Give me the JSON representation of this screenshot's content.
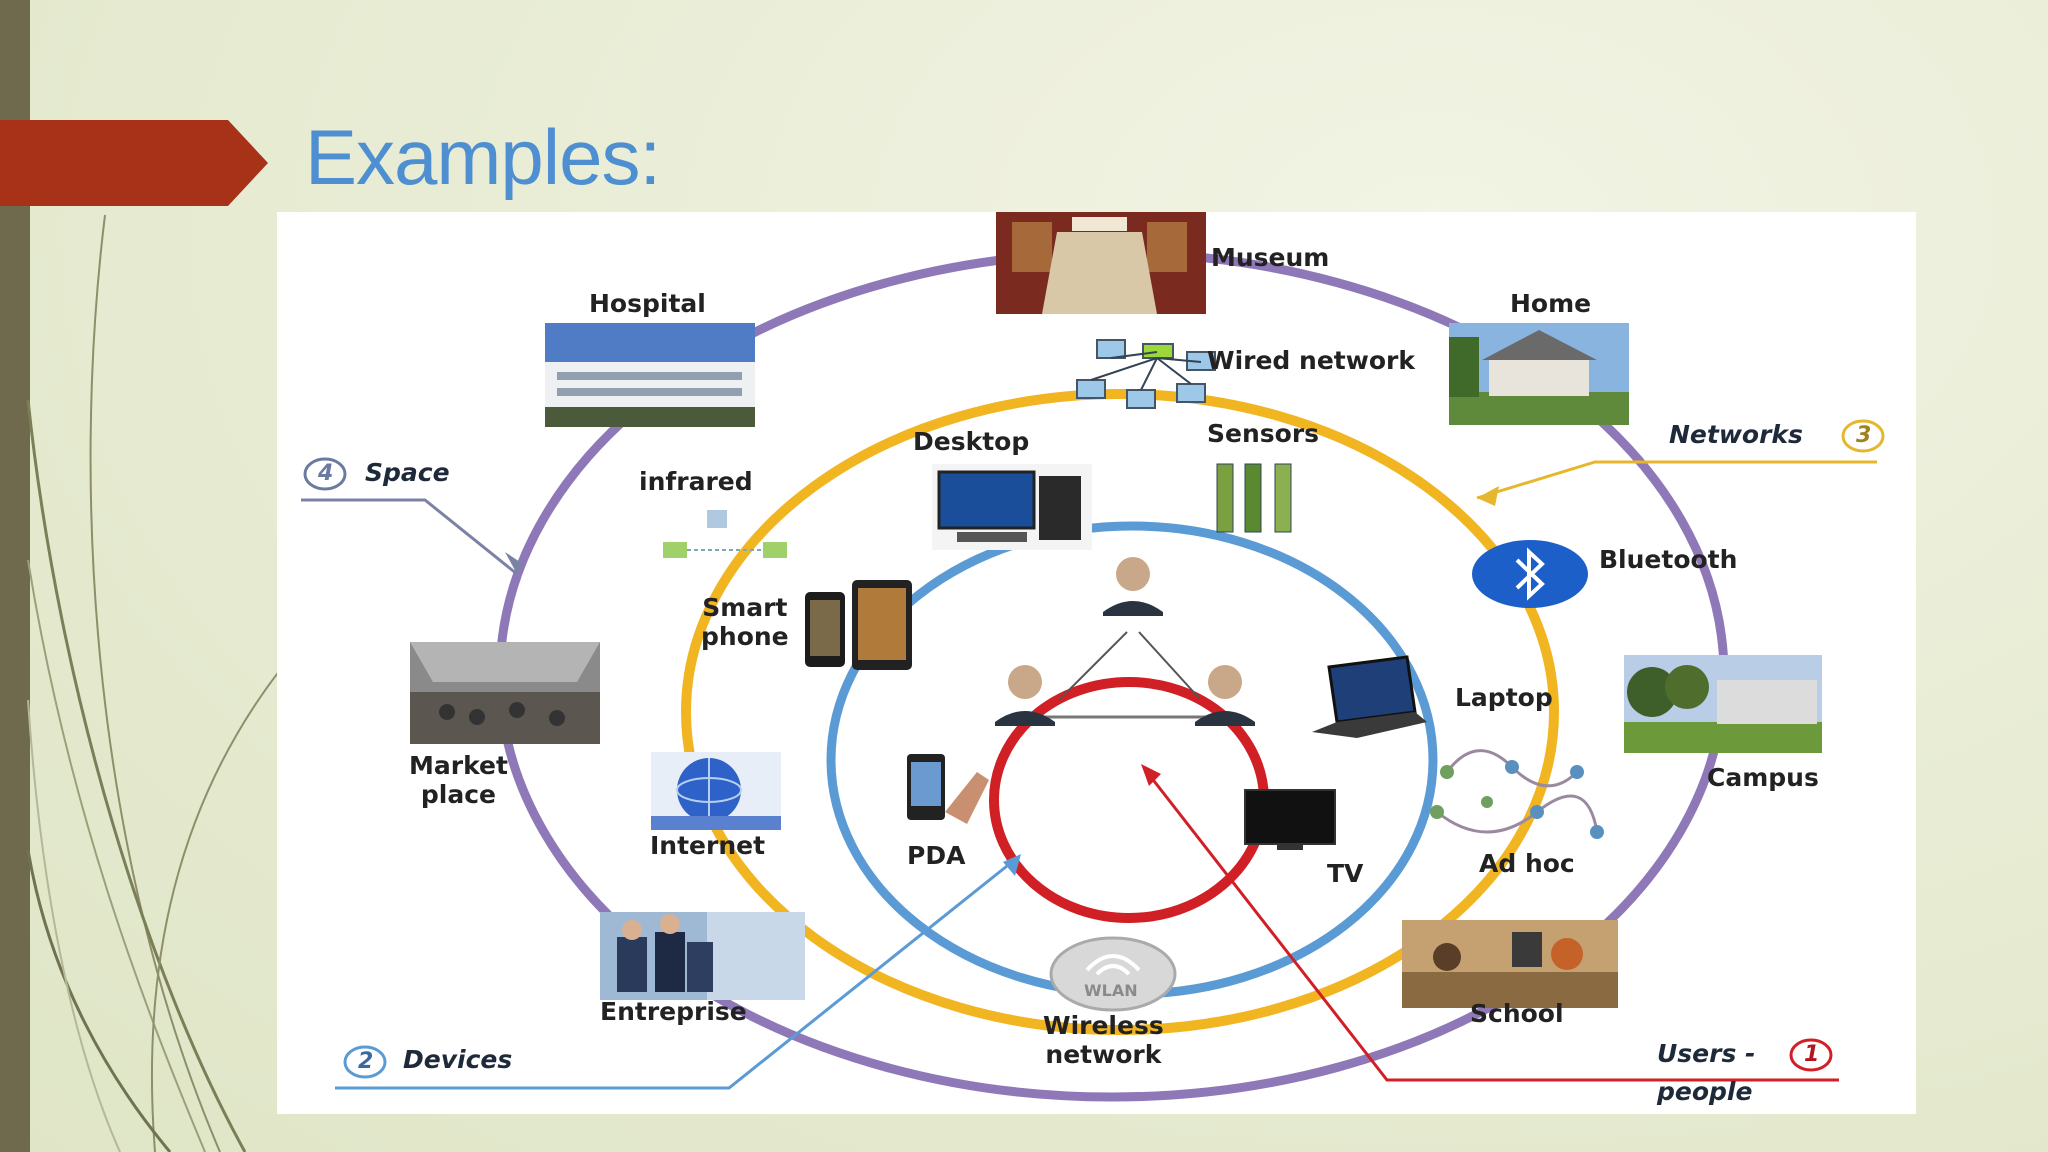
{
  "slide": {
    "title": "Examples:"
  },
  "diagram": {
    "legend": {
      "space": {
        "num": "4",
        "label": "Space"
      },
      "networks": {
        "num": "3",
        "label": "Networks"
      },
      "devices": {
        "num": "2",
        "label": "Devices"
      },
      "users": {
        "num": "1",
        "label_line1": "Users -",
        "label_line2": "people"
      }
    },
    "spaces": {
      "museum": "Museum",
      "hospital": "Hospital",
      "home": "Home",
      "market_line1": "Market",
      "market_line2": "place",
      "campus": "Campus",
      "entreprise": "Entreprise",
      "school": "School"
    },
    "networks": {
      "wired": "Wired network",
      "sensors": "Sensors",
      "infrared": "infrared",
      "bluetooth": "Bluetooth",
      "internet": "Internet",
      "adhoc": "Ad hoc",
      "wireless_line1": "Wireless",
      "wireless_line2": "network",
      "wlan_badge": "WLAN"
    },
    "devices": {
      "desktop": "Desktop",
      "smartphone_line1": "Smart",
      "smartphone_line2": "phone",
      "laptop": "Laptop",
      "pda": "PDA",
      "tv": "TV"
    },
    "colors": {
      "space_ring": "#8e78b8",
      "network_ring": "#f2b522",
      "device_ring": "#5b9bd5",
      "users_ring": "#d11f26",
      "title": "#4d8fd0",
      "arrow_banner": "#a83218"
    }
  }
}
